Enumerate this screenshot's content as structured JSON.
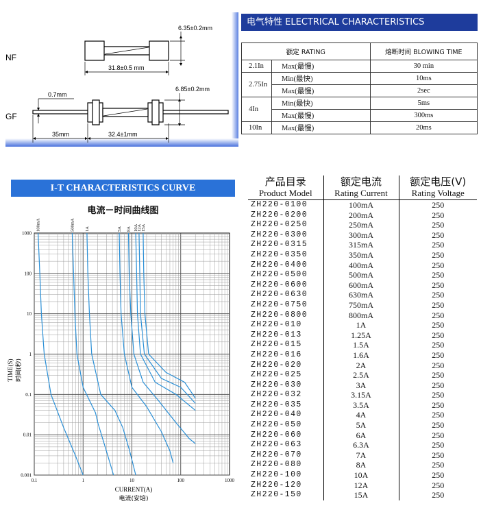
{
  "dimensions": {
    "nf_label": "NF",
    "gf_label": "GF",
    "nf_diameter": "6.35±0.2mm",
    "nf_length": "31.8±0.5 mm",
    "gf_diameter": "6.85±0.2mm",
    "gf_wire": "0.7mm",
    "gf_lead": "35mm",
    "gf_length": "32.4±1mm"
  },
  "electrical": {
    "title_zh": "电气特性",
    "title_en": "ELECTRICAL CHARACTERISTICS",
    "header_rating": "额定 RATING",
    "header_blowing": "熔断时间 BLOWING TIME",
    "rows": [
      {
        "rating": "2.1In",
        "limit": "Max(最慢)",
        "time": "30 min"
      },
      {
        "rating": "2.75In",
        "limit": "Min(最快)",
        "time": "10ms"
      },
      {
        "rating": "",
        "limit": "Max(最慢)",
        "time": "2sec"
      },
      {
        "rating": "4In",
        "limit": "Min(最快)",
        "time": "5ms"
      },
      {
        "rating": "",
        "limit": "Max(最慢)",
        "time": "300ms"
      },
      {
        "rating": "10In",
        "limit": "Max(最慢)",
        "time": "20ms"
      }
    ]
  },
  "curve": {
    "title": "I-T CHARACTERISTICS CURVE",
    "subtitle": "电流－时间曲线图",
    "ylabel_en": "TIME(S)",
    "ylabel_zh": "时间(秒)",
    "xlabel_en": "CURRENT(A)",
    "xlabel_zh": "电流(安培)"
  },
  "chart_data": {
    "type": "line",
    "title": "电流－时间曲线图",
    "xlabel": "CURRENT(A) 电流(安培)",
    "ylabel": "TIME(S) 时间(秒)",
    "x_scale": "log",
    "y_scale": "log",
    "xlim": [
      0.1,
      1000
    ],
    "ylim": [
      0.001,
      1000
    ],
    "x_ticks": [
      "0.1",
      "1",
      "10",
      "100",
      "1000"
    ],
    "y_ticks": [
      "1000",
      "100",
      "10",
      "1",
      "0.1",
      "0.01",
      "0.001"
    ],
    "grid": true,
    "line_color": "#2a8fd6",
    "series": [
      {
        "name": "100mA",
        "points": [
          [
            0.12,
            1000
          ],
          [
            0.13,
            100
          ],
          [
            0.14,
            10
          ],
          [
            0.16,
            1
          ],
          [
            0.22,
            0.1
          ],
          [
            0.4,
            0.015
          ],
          [
            0.7,
            0.003
          ],
          [
            1.0,
            0.001
          ]
        ]
      },
      {
        "name": "500mA",
        "points": [
          [
            0.6,
            1000
          ],
          [
            0.64,
            100
          ],
          [
            0.68,
            10
          ],
          [
            0.75,
            1
          ],
          [
            1.0,
            0.15
          ],
          [
            1.8,
            0.035
          ],
          [
            2.0,
            0.02
          ],
          [
            3.0,
            0.004
          ],
          [
            4.2,
            0.001
          ]
        ]
      },
      {
        "name": "1A",
        "points": [
          [
            1.2,
            1000
          ],
          [
            1.25,
            100
          ],
          [
            1.35,
            10
          ],
          [
            1.5,
            1
          ],
          [
            2.3,
            0.1
          ],
          [
            4.5,
            0.04
          ],
          [
            6.5,
            0.015
          ],
          [
            9.0,
            0.004
          ],
          [
            12,
            0.001
          ]
        ]
      },
      {
        "name": "5A",
        "points": [
          [
            5.5,
            1000
          ],
          [
            5.7,
            100
          ],
          [
            6.0,
            10
          ],
          [
            7.0,
            1
          ],
          [
            10,
            0.15
          ],
          [
            20,
            0.05
          ],
          [
            40,
            0.012
          ],
          [
            60,
            0.004
          ],
          [
            70,
            0.002
          ]
        ]
      },
      {
        "name": "8A",
        "points": [
          [
            8.5,
            1000
          ],
          [
            8.8,
            100
          ],
          [
            9.5,
            10
          ],
          [
            11,
            1
          ],
          [
            17,
            0.2
          ],
          [
            35,
            0.07
          ],
          [
            80,
            0.02
          ],
          [
            150,
            0.008
          ],
          [
            200,
            0.006
          ]
        ]
      },
      {
        "name": "10A",
        "points": [
          [
            12,
            1000
          ],
          [
            12.5,
            100
          ],
          [
            13,
            10
          ],
          [
            15,
            1
          ],
          [
            30,
            0.2
          ],
          [
            80,
            0.1
          ],
          [
            200,
            0.04
          ]
        ]
      },
      {
        "name": "12A",
        "points": [
          [
            14,
            1000
          ],
          [
            14.5,
            100
          ],
          [
            15,
            10
          ],
          [
            18,
            1
          ],
          [
            40,
            0.25
          ],
          [
            100,
            0.15
          ],
          [
            200,
            0.06
          ]
        ]
      },
      {
        "name": "15A",
        "points": [
          [
            17,
            1000
          ],
          [
            17.5,
            100
          ],
          [
            18.5,
            10
          ],
          [
            22,
            1
          ],
          [
            50,
            0.35
          ],
          [
            120,
            0.2
          ],
          [
            200,
            0.08
          ]
        ]
      }
    ]
  },
  "product": {
    "headers": [
      {
        "zh": "产品目录",
        "en": "Product Model"
      },
      {
        "zh": "额定电流",
        "en": "Rating Current"
      },
      {
        "zh": "额定电压(V)",
        "en": "Rating Voltage"
      }
    ],
    "rows": [
      [
        "ZH220-0100",
        "100mA",
        "250"
      ],
      [
        "ZH220-0200",
        "200mA",
        "250"
      ],
      [
        "ZH220-0250",
        "250mA",
        "250"
      ],
      [
        "ZH220-0300",
        "300mA",
        "250"
      ],
      [
        "ZH220-0315",
        "315mA",
        "250"
      ],
      [
        "ZH220-0350",
        "350mA",
        "250"
      ],
      [
        "ZH220-0400",
        "400mA",
        "250"
      ],
      [
        "ZH220-0500",
        "500mA",
        "250"
      ],
      [
        "ZH220-0600",
        "600mA",
        "250"
      ],
      [
        "ZH220-0630",
        "630mA",
        "250"
      ],
      [
        "ZH220-0750",
        "750mA",
        "250"
      ],
      [
        "ZH220-0800",
        "800mA",
        "250"
      ],
      [
        "ZH220-010",
        "1A",
        "250"
      ],
      [
        "ZH220-013",
        "1.25A",
        "250"
      ],
      [
        "ZH220-015",
        "1.5A",
        "250"
      ],
      [
        "ZH220-016",
        "1.6A",
        "250"
      ],
      [
        "ZH220-020",
        "2A",
        "250"
      ],
      [
        "ZH220-025",
        "2.5A",
        "250"
      ],
      [
        "ZH220-030",
        "3A",
        "250"
      ],
      [
        "ZH220-032",
        "3.15A",
        "250"
      ],
      [
        "ZH220-035",
        "3.5A",
        "250"
      ],
      [
        "ZH220-040",
        "4A",
        "250"
      ],
      [
        "ZH220-050",
        "5A",
        "250"
      ],
      [
        "ZH220-060",
        "6A",
        "250"
      ],
      [
        "ZH220-063",
        "6.3A",
        "250"
      ],
      [
        "ZH220-070",
        "7A",
        "250"
      ],
      [
        "ZH220-080",
        "8A",
        "250"
      ],
      [
        "ZH220-100",
        "10A",
        "250"
      ],
      [
        "ZH220-120",
        "12A",
        "250"
      ],
      [
        "ZH220-150",
        "15A",
        "250"
      ]
    ]
  }
}
